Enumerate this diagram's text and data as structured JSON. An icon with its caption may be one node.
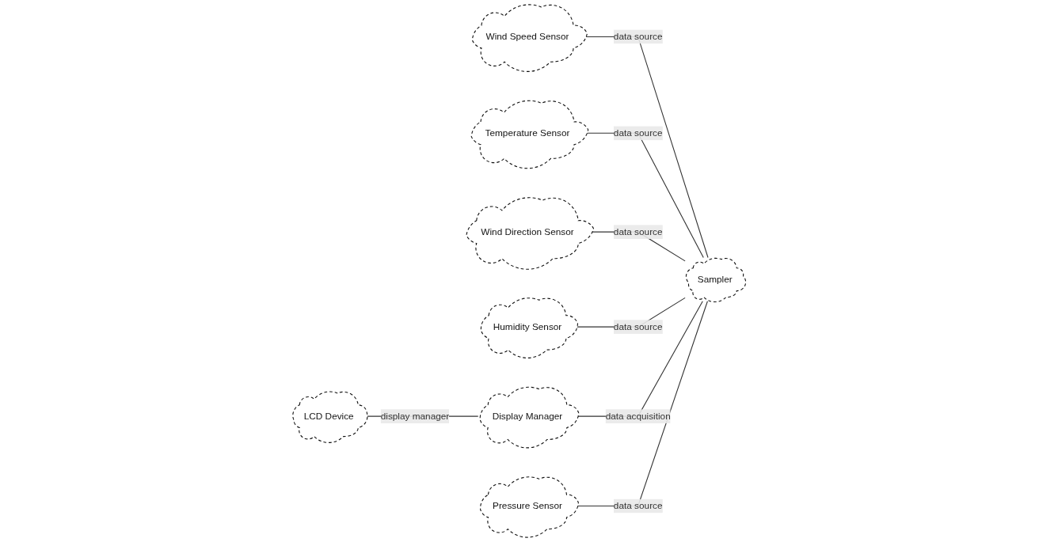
{
  "diagram": {
    "nodes": [
      {
        "text": [
          "Wind Speed Sensor"
        ]
      },
      {
        "text": [
          "Temperature Sensor"
        ]
      },
      {
        "text": [
          "Wind Direction Sensor"
        ]
      },
      {
        "text": [
          "Humidity Sensor"
        ]
      },
      {
        "text": [
          "Sampler"
        ]
      },
      {
        "text": [
          "LCD Device"
        ]
      },
      {
        "text": [
          "Display Manager"
        ]
      },
      {
        "text": [
          "Pressure Sensor"
        ]
      }
    ],
    "edges": [
      {
        "from": 0,
        "to": 4,
        "arrow": "none",
        "label": "data source"
      },
      {
        "from": 1,
        "to": 4,
        "arrow": "none",
        "label": "data source"
      },
      {
        "from": 2,
        "to": 4,
        "arrow": "none",
        "label": "data source"
      },
      {
        "from": 3,
        "to": 4,
        "arrow": "none",
        "label": "data source"
      },
      {
        "from": 6,
        "to": 4,
        "arrow": "none",
        "label": "data acquisition"
      },
      {
        "from": 5,
        "to": 6,
        "arrow": "none",
        "label": "display manager"
      },
      {
        "from": 7,
        "to": 4,
        "arrow": "none",
        "label": "data source"
      }
    ]
  }
}
